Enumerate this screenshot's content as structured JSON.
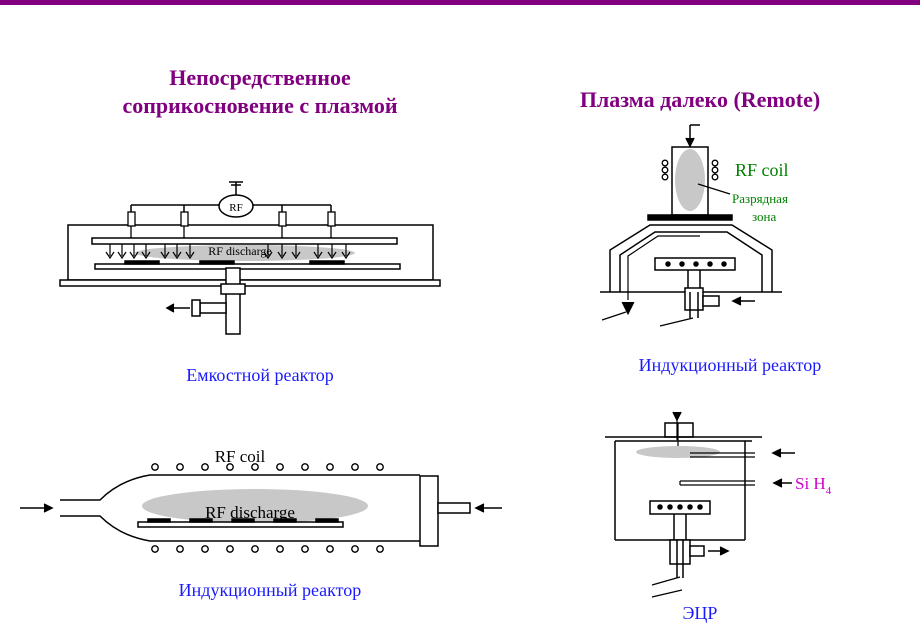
{
  "colors": {
    "rule": "#800080",
    "heading": "#800080",
    "caption": "#1a1aff",
    "green": "#008000",
    "magenta": "#cc00cc",
    "plasma": "#c8c8c8",
    "line": "#000000"
  },
  "headings": {
    "left_line1": "Непосредственное",
    "left_line2": "соприкосновение с плазмой",
    "right": "Плазма далеко (Remote)"
  },
  "captions": {
    "capacitive": "Емкостной реактор",
    "inductive_right": "Индукционный реактор",
    "inductive_tube": "Индукционный реактор",
    "ecr": "ЭЦР"
  },
  "diagram_labels": {
    "rf": "RF",
    "rf_discharge_1": "RF discharge",
    "rf_coil_tube": "RF coil",
    "rf_discharge_2": "RF discharge",
    "rf_coil_remote": "RF coil",
    "discharge_zone_1": "Разрядная",
    "discharge_zone_2": "зона",
    "si": "Si H",
    "si_sub": "4"
  }
}
